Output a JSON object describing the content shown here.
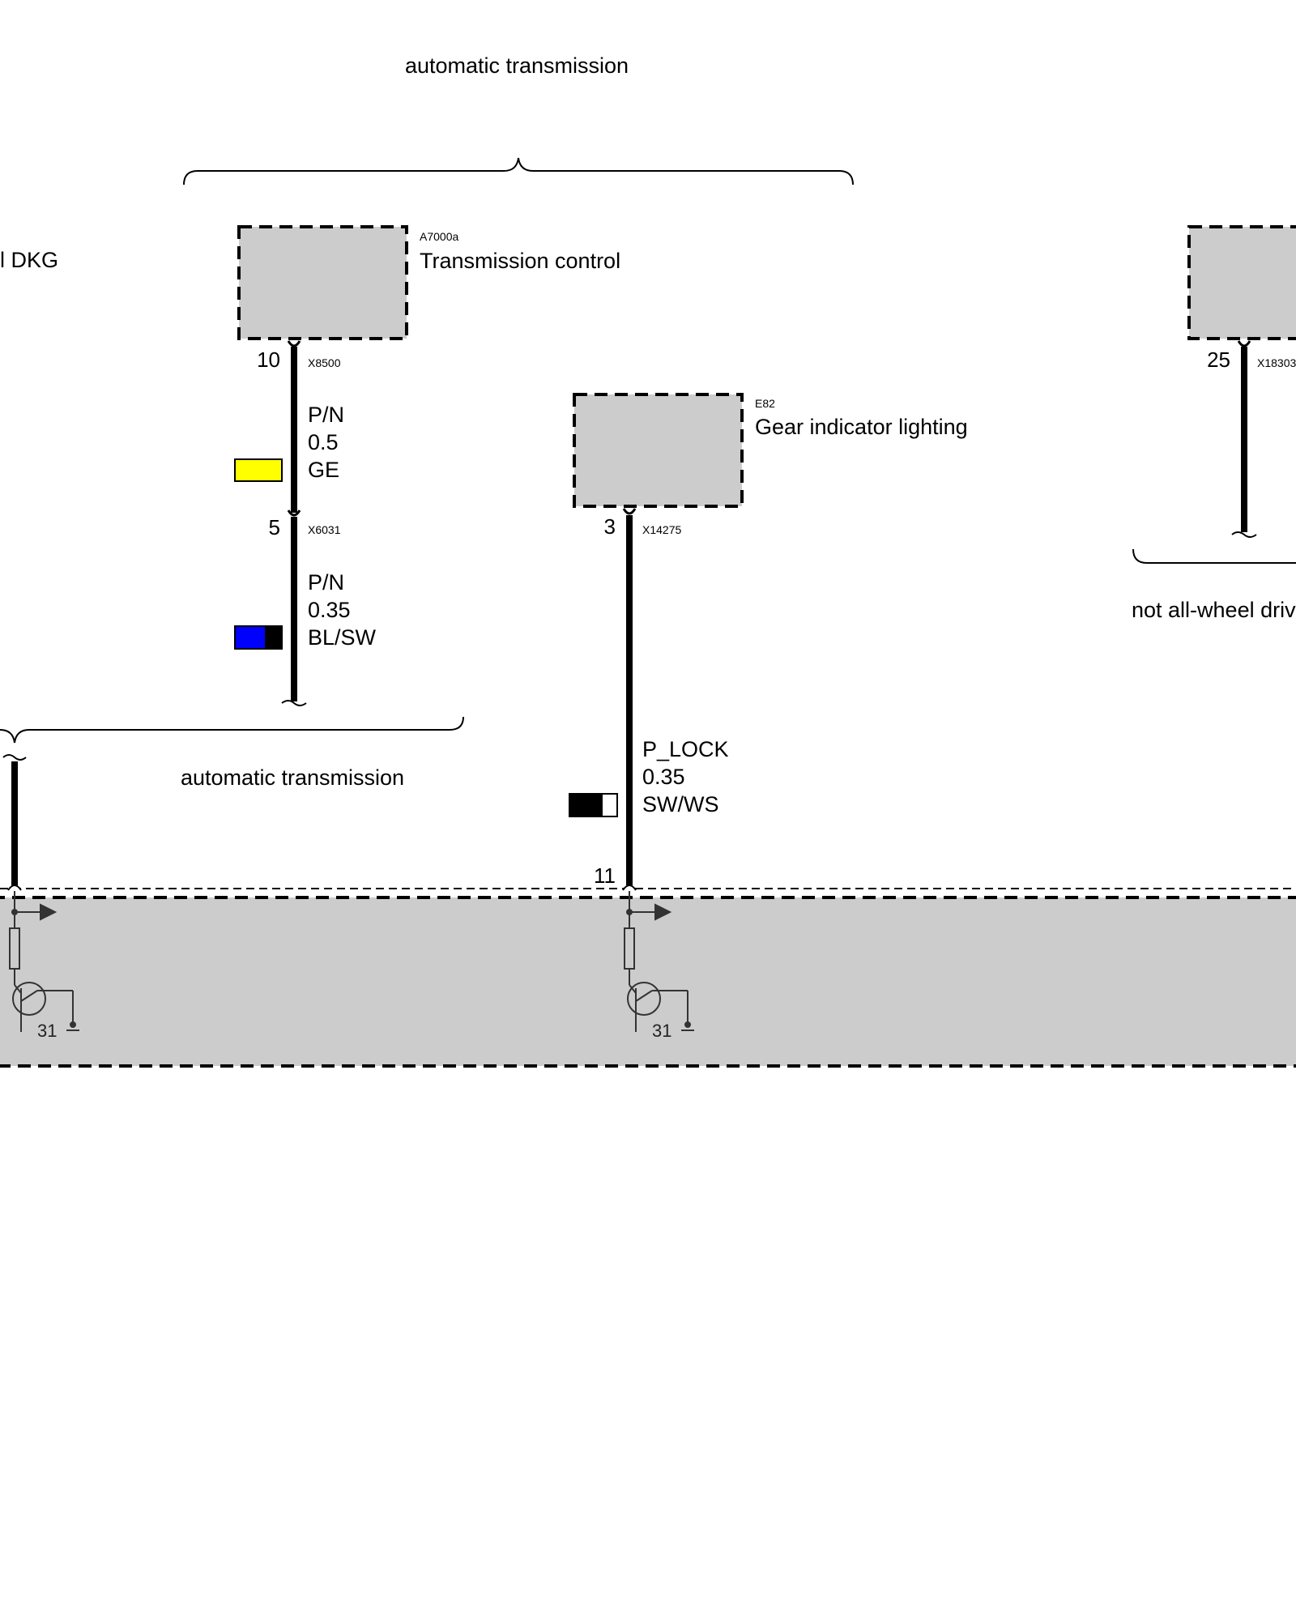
{
  "brace_labels": {
    "top": "automatic transmission",
    "bottom": "automatic transmission",
    "right": "not all-wheel drive"
  },
  "left_partial_label": "l DKG",
  "components": {
    "transmission_control": {
      "code": "A7000a",
      "name": "Transmission control"
    },
    "gear_indicator": {
      "code": "E82",
      "name": "Gear indicator lighting"
    }
  },
  "connectors": {
    "x8500": {
      "pin": "10",
      "code": "X8500"
    },
    "x6031": {
      "pin": "5",
      "code": "X6031"
    },
    "x14275": {
      "pin": "3",
      "code": "X14275"
    },
    "x18303": {
      "pin": "25",
      "code": "X18303"
    },
    "main_pin": "11"
  },
  "wires": {
    "w1": {
      "signal": "P/N",
      "size": "0.5",
      "color": "GE",
      "swatch": [
        "#ffff00"
      ]
    },
    "w2": {
      "signal": "P/N",
      "size": "0.35",
      "color": "BL/SW",
      "swatch": [
        "#0000ff",
        "#000000"
      ]
    },
    "w3": {
      "signal": "P_LOCK",
      "size": "0.35",
      "color": "SW/WS",
      "swatch": [
        "#000000",
        "#ffffff"
      ]
    }
  },
  "ground_labels": [
    "31",
    "31"
  ],
  "colors": {
    "component_fill": "#cccccc",
    "wire": "#000000"
  }
}
